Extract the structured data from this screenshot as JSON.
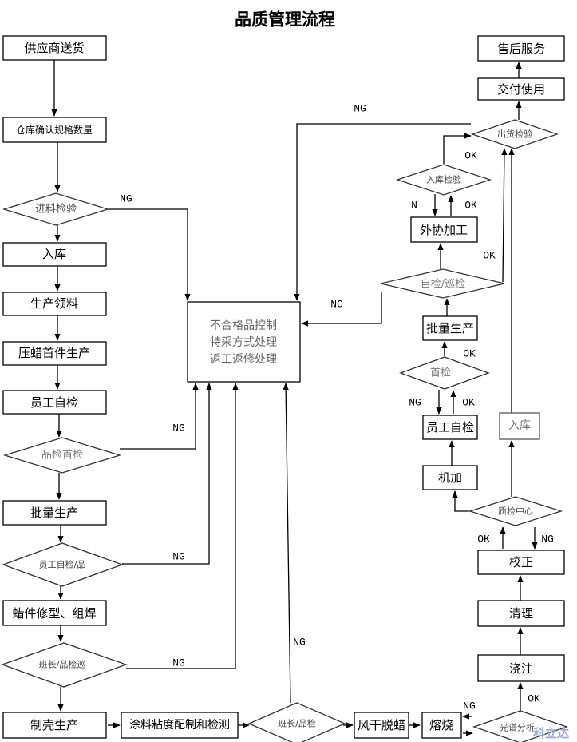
{
  "title": "品质管理流程",
  "left": {
    "supplier": "供应商送货",
    "warehouse_confirm": "仓库确认规格数量",
    "incoming_inspection": "进料检验",
    "storage": "入库",
    "material_pick": "生产领料",
    "wax_first_piece": "压蜡首件生产",
    "employee_self_check": "员工自检",
    "qc_first_check": "品检首检",
    "mass_production": "批量生产",
    "employee_qc_check": "员工自检/品",
    "wax_trim_weld": "蜡件修型、组焊",
    "leader_qc_patrol": "班长/品检巡"
  },
  "bottom": {
    "shell_making": "制壳生产",
    "coating": "涂料粘度配制和检测",
    "leader_qc": "班长/品检",
    "dewax": "风干脱蜡",
    "roasting": "熔烧",
    "spectral": "光谱分析"
  },
  "center": {
    "line1": "不合格品控制",
    "line2": "特采方式处理",
    "line3": "返工返修处理"
  },
  "right": {
    "after_sales": "售后服务",
    "delivery": "交付使用",
    "shipping_inspection": "出货检验",
    "storage_inspection": "入库检验",
    "outsourcing": "外协加工",
    "self_patrol": "自检/巡检",
    "mass_production": "批量生产",
    "first_check": "首检",
    "employee_self_check": "员工自检",
    "machining": "机加",
    "storage": "入库",
    "qc_center": "质检中心",
    "correction": "校正",
    "cleaning": "清理",
    "pouring": "浇注"
  },
  "labels": {
    "ng": "NG",
    "ok": "OK",
    "n": "N"
  },
  "watermark": "科立达"
}
